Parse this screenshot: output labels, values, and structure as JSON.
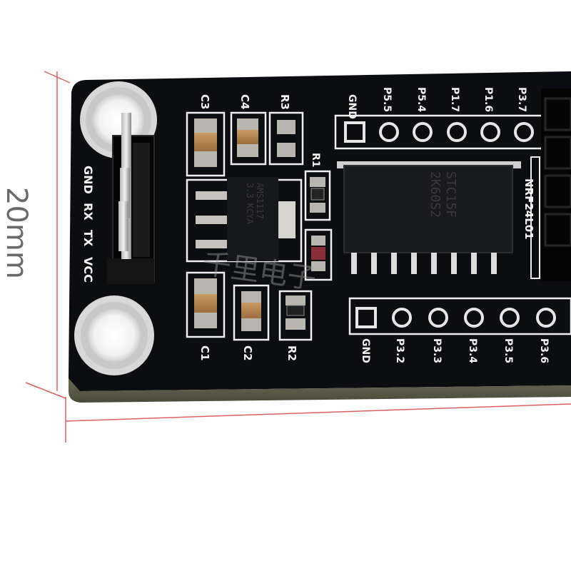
{
  "dimension": {
    "label": "20mm"
  },
  "board": {
    "uart_pins": [
      "GND",
      "RX",
      "TX",
      "VCC"
    ],
    "top_header": [
      "GND",
      "P5.5",
      "P5.4",
      "P1.7",
      "P1.6",
      "P3.7"
    ],
    "bottom_header": [
      "GND",
      "P3.2",
      "P3.3",
      "P3.4",
      "P3.5",
      "P3.6"
    ],
    "components": {
      "c1": "C1",
      "c2": "C2",
      "c3": "C3",
      "c4": "C4",
      "r1": "R1",
      "r2": "R2",
      "r3": "R3"
    },
    "regulator_text": [
      "AMS1117",
      "3.3 KCYA"
    ],
    "mcu_text": [
      "STC15F",
      "2K60S2"
    ],
    "module_label": "NRF24L01"
  },
  "watermark": "千里电子",
  "colors": {
    "pcb": "#0c0d10",
    "silkscreen": "#f4f4f4",
    "pad": "#c8c6c0",
    "dimension_line": "#e04848"
  }
}
